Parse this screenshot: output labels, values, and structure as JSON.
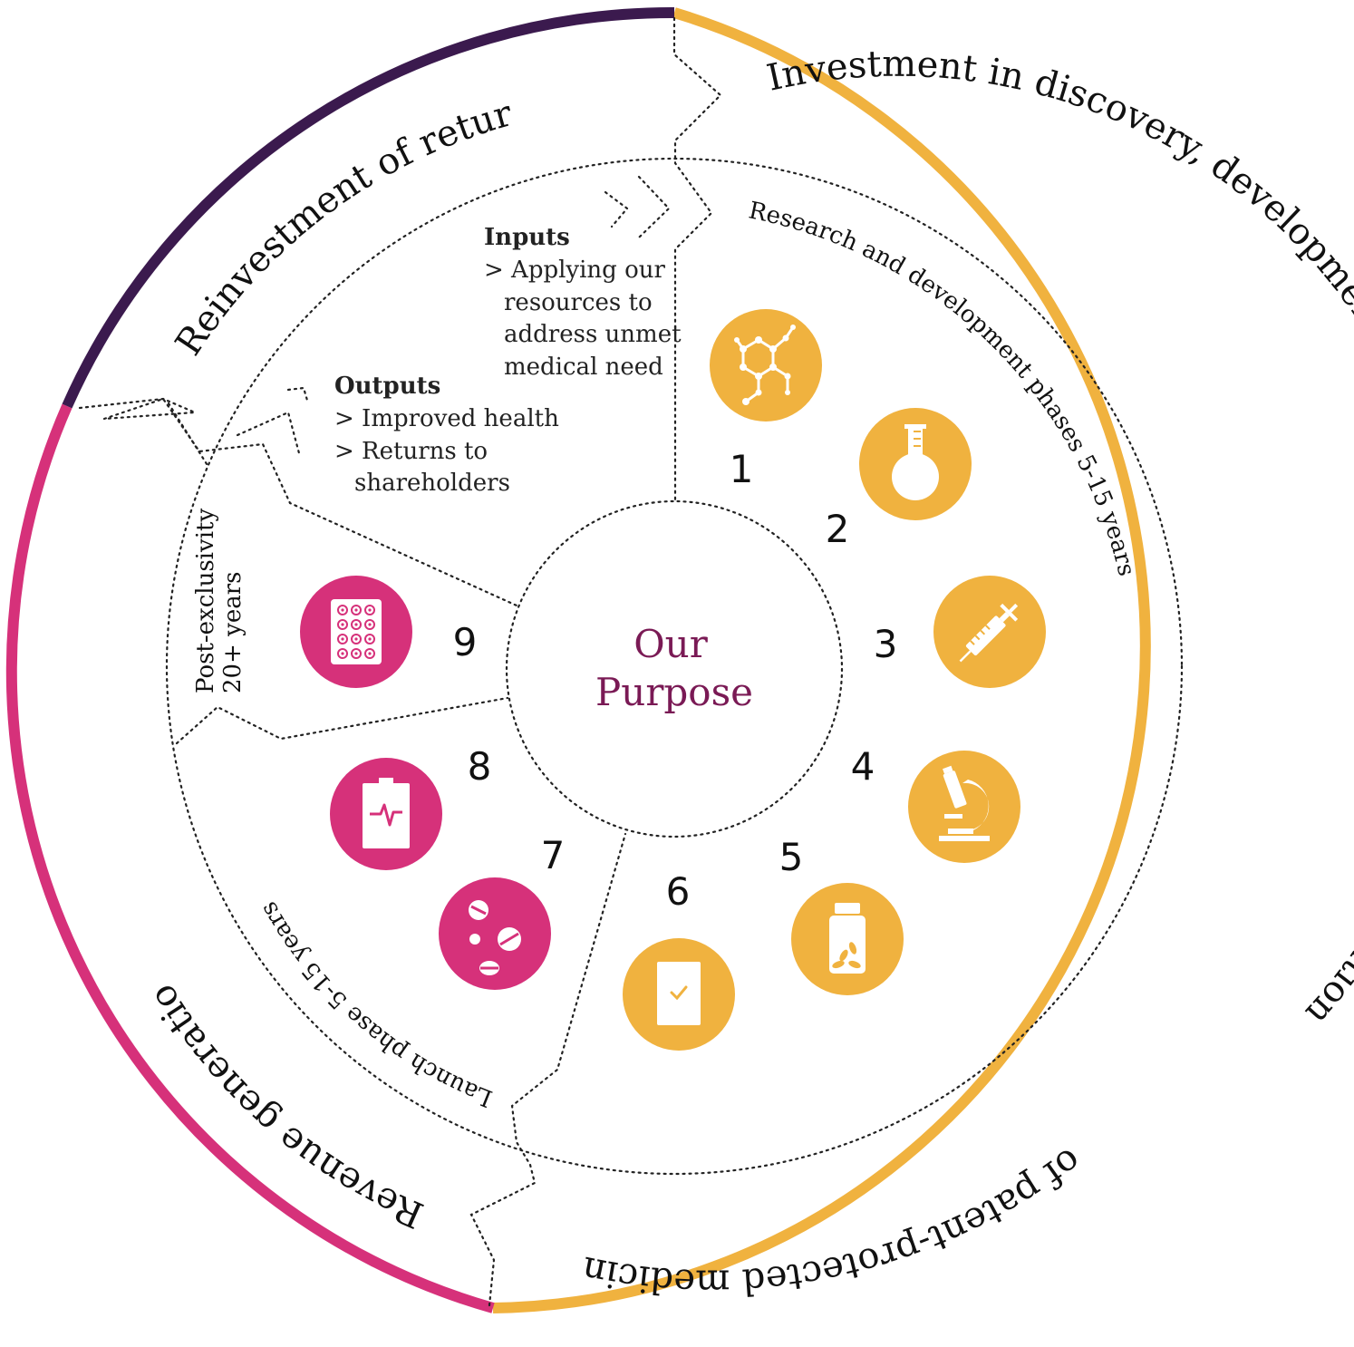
{
  "outer_ring": {
    "reinvestment": "Reinvestment of returns",
    "investment": "Investment in discovery, development, manufacturing and commercialisation of patent-protected medicines",
    "revenue": "Revenue generation"
  },
  "phases": {
    "rd": "Research and development phases 5-15 years",
    "launch": "Launch phase 5-15 years",
    "post_line1": "Post-exclusivity",
    "post_line2": "20+ years"
  },
  "inputs": {
    "heading": "Inputs",
    "lines": [
      "> Applying our",
      "resources to",
      "address unmet",
      "medical need"
    ]
  },
  "outputs": {
    "heading": "Outputs",
    "lines": [
      "> Improved health",
      "> Returns to",
      "shareholders"
    ]
  },
  "center": {
    "line1": "Our",
    "line2": "Purpose"
  },
  "steps": [
    {
      "number": "1",
      "icon": "molecule-icon"
    },
    {
      "number": "2",
      "icon": "flask-icon"
    },
    {
      "number": "3",
      "icon": "syringe-icon"
    },
    {
      "number": "4",
      "icon": "microscope-icon"
    },
    {
      "number": "5",
      "icon": "pill-bottle-icon"
    },
    {
      "number": "6",
      "icon": "clipboard-check-icon"
    },
    {
      "number": "7",
      "icon": "pills-icon"
    },
    {
      "number": "8",
      "icon": "clipboard-pulse-icon"
    },
    {
      "number": "9",
      "icon": "blister-pack-icon"
    }
  ],
  "colors": {
    "purple": "#3b1a4e",
    "magenta": "#d6317a",
    "amber": "#f0b23f",
    "purpose_text": "#7a1a55"
  }
}
